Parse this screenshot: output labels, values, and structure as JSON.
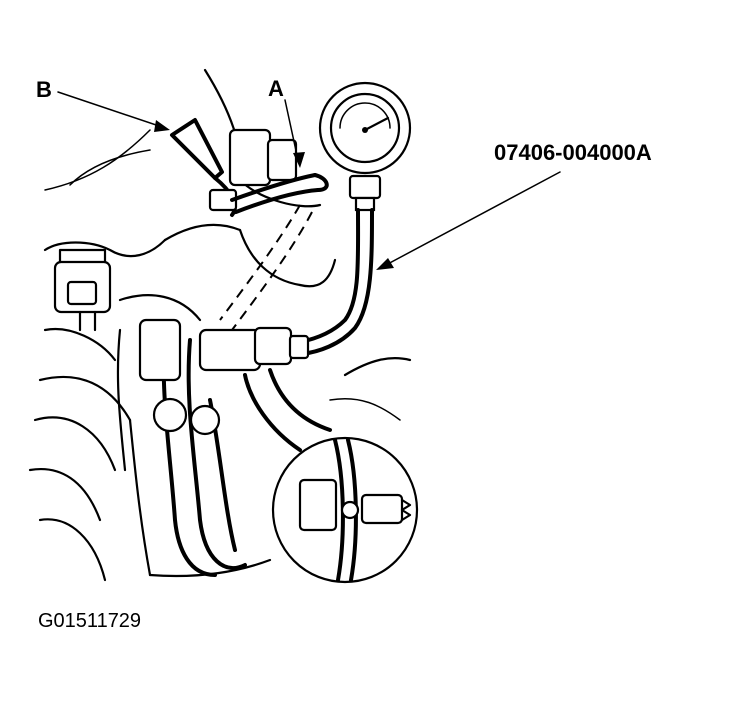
{
  "labels": {
    "a": "A",
    "b": "B",
    "tool_number": "07406-004000A"
  },
  "figure_code": "G01511729",
  "colors": {
    "ink": "#000000",
    "paper": "#ffffff"
  }
}
